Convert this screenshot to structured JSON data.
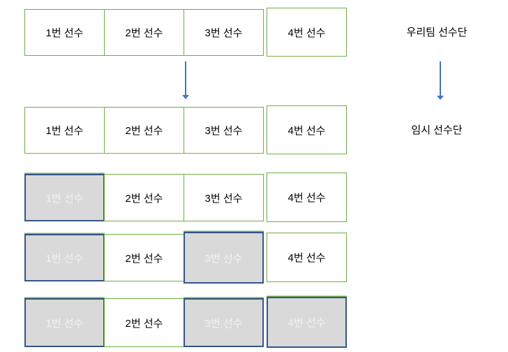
{
  "side_labels": {
    "source": "우리팀 선수단",
    "target": "임시 선수단"
  },
  "rows": [
    {
      "name": "our-team-roster",
      "cells": [
        {
          "label": "1번 선수",
          "selected": false
        },
        {
          "label": "2번 선수",
          "selected": false
        },
        {
          "label": "3번 선수",
          "selected": false
        },
        {
          "label": "4번 선수",
          "selected": false
        }
      ]
    },
    {
      "name": "temp-roster-initial",
      "cells": [
        {
          "label": "1번 선수",
          "selected": false
        },
        {
          "label": "2번 선수",
          "selected": false
        },
        {
          "label": "3번 선수",
          "selected": false
        },
        {
          "label": "4번 선수",
          "selected": false
        }
      ]
    },
    {
      "name": "temp-roster-step-1",
      "cells": [
        {
          "label": "1번 선수",
          "selected": true
        },
        {
          "label": "2번 선수",
          "selected": false
        },
        {
          "label": "3번 선수",
          "selected": false
        },
        {
          "label": "4번 선수",
          "selected": false
        }
      ]
    },
    {
      "name": "temp-roster-step-2",
      "cells": [
        {
          "label": "1번 선수",
          "selected": true
        },
        {
          "label": "2번 선수",
          "selected": false
        },
        {
          "label": "3번 선수",
          "selected": true
        },
        {
          "label": "4번 선수",
          "selected": false
        }
      ]
    },
    {
      "name": "temp-roster-step-3",
      "cells": [
        {
          "label": "1번 선수",
          "selected": true
        },
        {
          "label": "2번 선수",
          "selected": false
        },
        {
          "label": "3번 선수",
          "selected": true
        },
        {
          "label": "4번 선수",
          "selected": true
        }
      ]
    }
  ],
  "colors": {
    "box_border_green": "#70AD47",
    "selected_border_navy": "#35548B",
    "selected_fill_gray": "#D9D9D9",
    "selected_text": "#F2F2F2",
    "arrow_blue": "#4472C4",
    "text": "#000000"
  }
}
